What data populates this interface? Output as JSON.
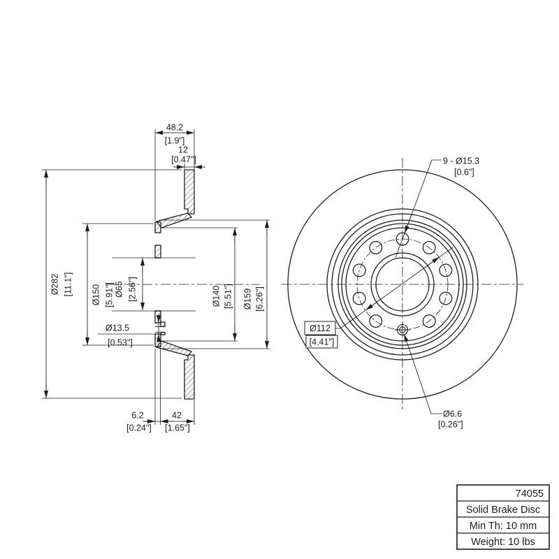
{
  "drawing": {
    "section": {
      "overall_width_mm": "48.2",
      "overall_width_in": "[1.9\"]",
      "disc_thickness_mm": "12",
      "disc_thickness_in": "[0.47\"]",
      "outer_diameter_mm": "Ø282",
      "outer_diameter_in": "[11.1\"]",
      "flange_diameter_mm": "Ø150",
      "flange_diameter_in": "[5.91\"]",
      "center_bore_mm": "Ø65",
      "center_bore_in": "[2.56\"]",
      "counterbore_mm": "Ø13.5",
      "counterbore_in": "[0.53\"]",
      "hat_inner_diameter_mm": "Ø140",
      "hat_inner_diameter_in": "[5.51\"]",
      "hat_outer_diameter_mm": "Ø159",
      "hat_outer_diameter_in": "[6.26\"]",
      "flange_thickness_mm": "6.2",
      "flange_thickness_in": "[0.24\"]",
      "hat_depth_mm": "42",
      "hat_depth_in": "[1.65\"]"
    },
    "front": {
      "lug_holes_mm": "9 - Ø15.3",
      "lug_holes_in": "[0.6\"]",
      "bolt_circle_mm": "Ø112",
      "bolt_circle_in": "[4.41\"]",
      "screw_hole_mm": "Ø6.6",
      "screw_hole_in": "[0.26\"]"
    },
    "title_block": {
      "part_number": "74055",
      "description": "Solid Brake Disc",
      "min_thickness": "Min Th: 10 mm",
      "weight": "Weight: 10 lbs"
    },
    "colors": {
      "line": "#1c1c1c",
      "background": "#ffffff"
    }
  }
}
